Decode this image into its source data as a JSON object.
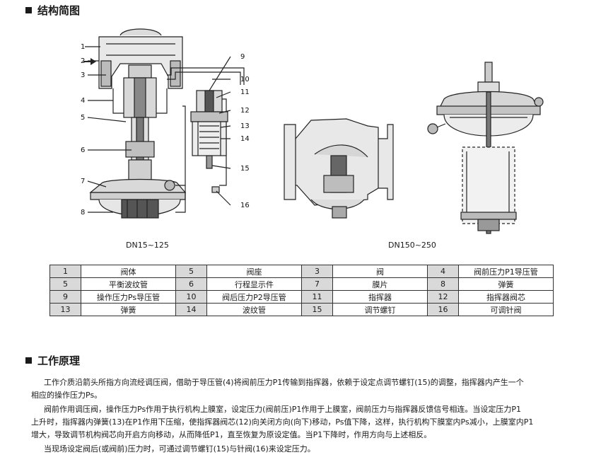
{
  "section1": {
    "title": "结构简图"
  },
  "section2": {
    "title": "工作原理"
  },
  "figure": {
    "callouts_left": [
      "1",
      "2",
      "3",
      "4",
      "5",
      "6",
      "7",
      "8"
    ],
    "callouts_right": [
      "9",
      "10",
      "11",
      "12",
      "13",
      "14",
      "15",
      "16"
    ],
    "caption_left": "DN15~125",
    "caption_right": "DN150~250"
  },
  "parts_table": {
    "rows": [
      [
        [
          "1",
          "阀体"
        ],
        [
          "5",
          "阀座"
        ],
        [
          "3",
          "阀"
        ],
        [
          "4",
          "阀前压力P1导压管"
        ]
      ],
      [
        [
          "5",
          "平衡波纹管"
        ],
        [
          "6",
          "行程显示件"
        ],
        [
          "7",
          "膜片"
        ],
        [
          "8",
          "弹簧"
        ]
      ],
      [
        [
          "9",
          "操作压力Ps导压管"
        ],
        [
          "10",
          "阀后压力P2导压管"
        ],
        [
          "11",
          "指挥器"
        ],
        [
          "12",
          "指挥器阀芯"
        ]
      ],
      [
        [
          "13",
          "弹簧"
        ],
        [
          "14",
          "波纹管"
        ],
        [
          "15",
          "调节螺钉"
        ],
        [
          "16",
          "可调针阀"
        ]
      ]
    ]
  },
  "principle": {
    "p1": [
      "工作介质沿箭头所指方向流经调压阀，借助于导压管(4)将阀前压力P1传输到指挥器，依赖于设定点调节螺钉(15)的调整，指挥器内产生一个",
      "相应的操作压力Ps。"
    ],
    "p2": [
      "阀前作用调压阀，操作压力Ps作用于执行机构上膜室，设定压力(阀前压)P1作用于上膜室，阀前压力与指挥器反馈信号相连。当设定压力P1",
      "上升时，指挥器内弹簧(13)在P1作用下压缩，使指挥器阀芯(12)向关闭方向(向下)移动，Ps值下降，这样，执行机构下膜室内Ps减小，上膜室内P1",
      "增大，导致调节机构阀芯向开启方向移动，从而降低P1，直至恢复为原设定值。当P1下降时，作用方向与上述相反。"
    ],
    "p3": [
      "当现场设定阀后(或阀前)压力时，可通过调节螺钉(15)与针阀(16)来设定压力。"
    ]
  }
}
